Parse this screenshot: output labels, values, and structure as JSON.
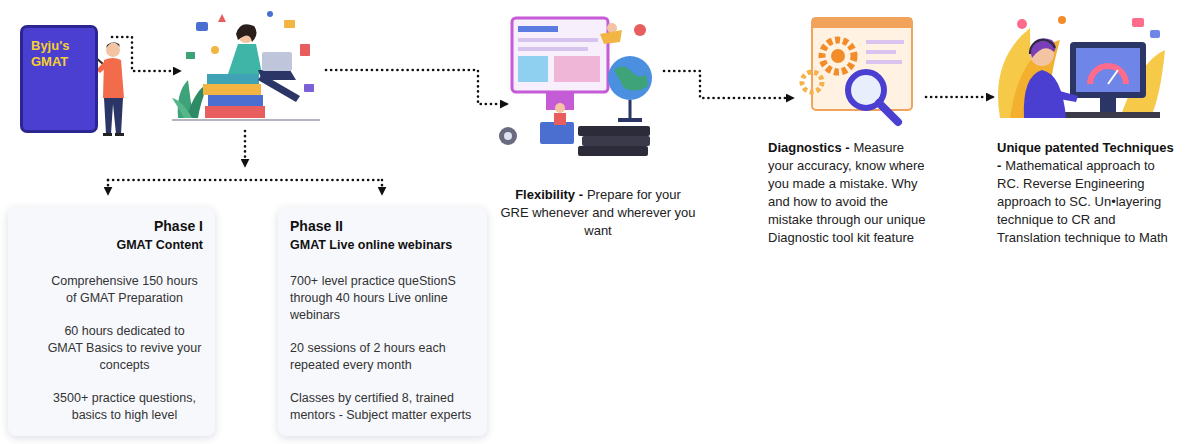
{
  "diagram": {
    "nodes": [
      {
        "text": [
          "Byju's GMAT"
        ]
      },
      {
        "text": [
          "Phase I",
          "GMAT Content",
          "Comprehensive 150 hours of GMAT Preparation",
          "60 hours dedicated to GMAT Basics to revive your concepts",
          "3500+ practice questions, basics to high level"
        ]
      },
      {
        "text": [
          "Phase II",
          "GMAT Live online webinars",
          "700+ level practice queStionS through 40 hours Live online webinars",
          "20 sessions of 2 hours each repeated every month",
          "Classes by certified 8, trained mentors - Subject matter experts"
        ]
      },
      {
        "text": [
          "Flexibility -",
          "Prepare for your GRE whenever and wherever you want"
        ]
      },
      {
        "text": [
          "Diagnostics -",
          "Measure your accuracy, know where you made a mistake. Why and how to avoid the mistake through our unique Diagnostic tool kit feature"
        ]
      },
      {
        "text": [
          "Unique patented Techniques -",
          "Mathematical approach to RC. Reverse Engineering approach to SC. Un•layering technique to CR and Translation technique to Math"
        ]
      }
    ],
    "edges": [
      {
        "from": 3,
        "to": 4,
        "arrow": "to"
      },
      {
        "from": 4,
        "to": 5,
        "arrow": "to"
      }
    ]
  }
}
